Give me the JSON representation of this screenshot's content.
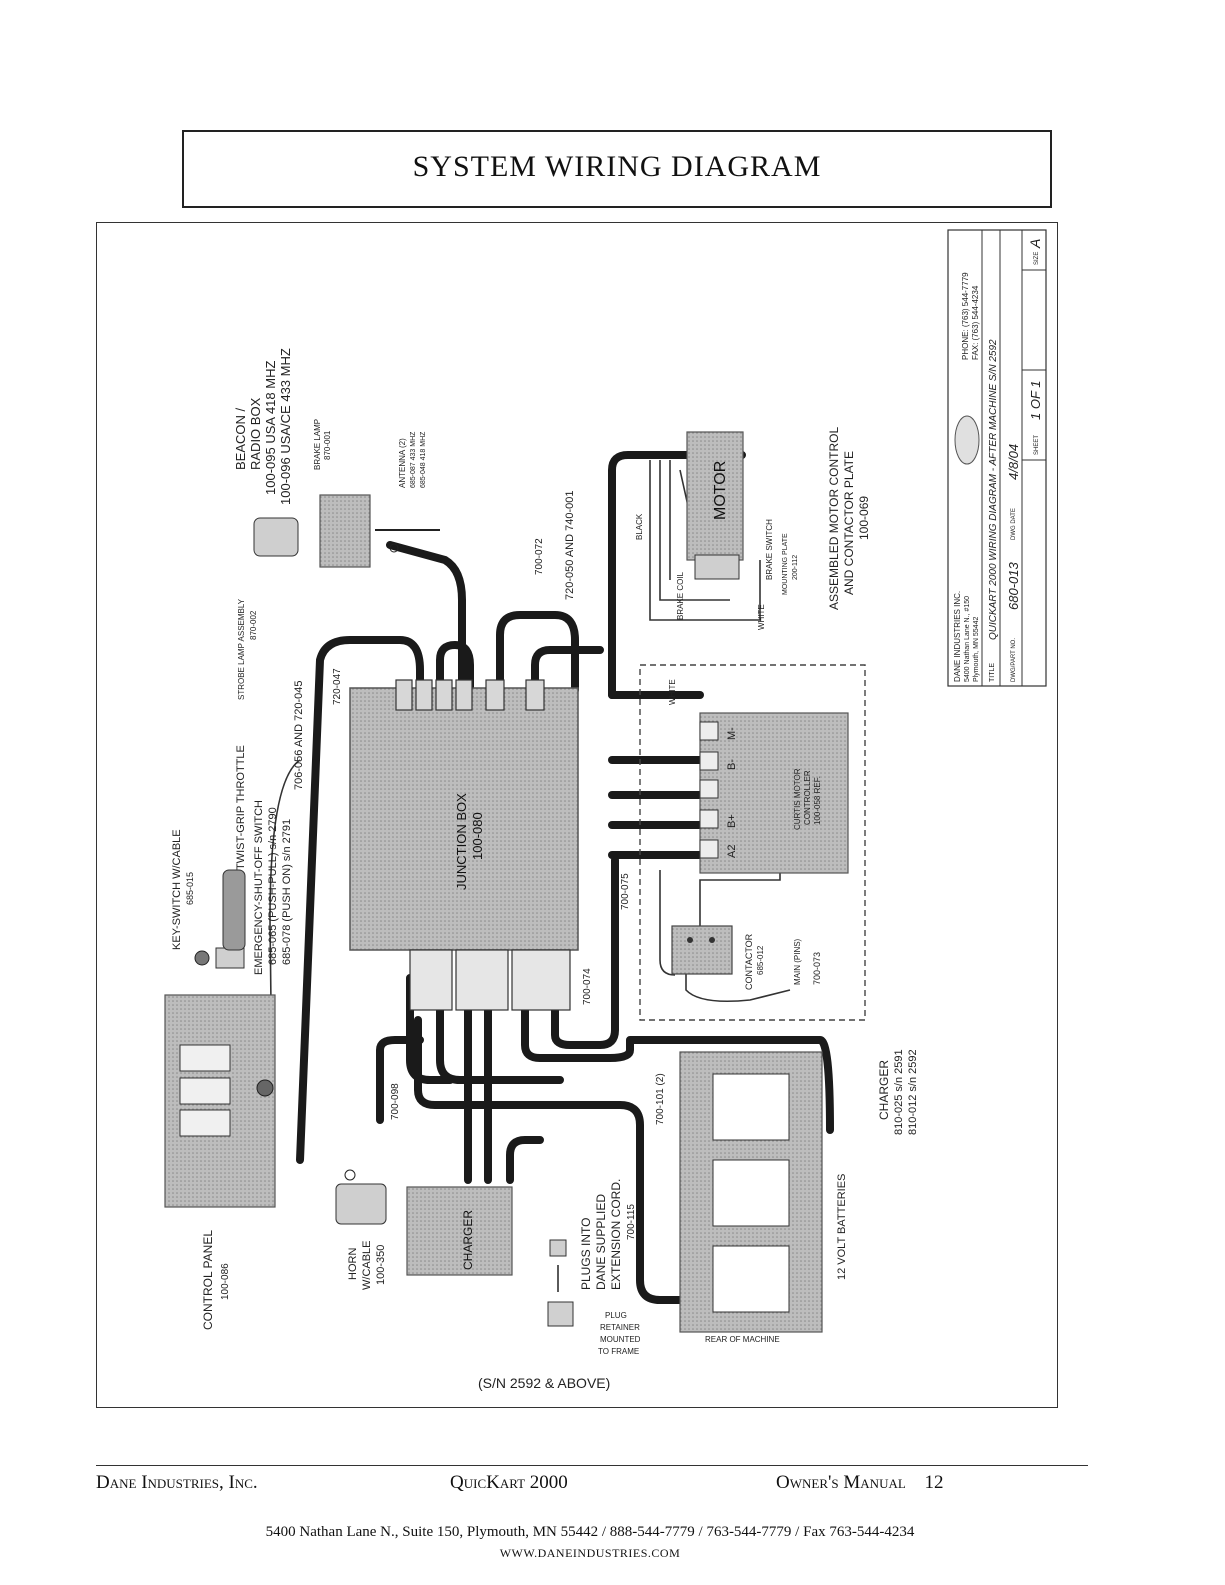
{
  "title": "SYSTEM WIRING DIAGRAM",
  "labels": {
    "control_panel": "CONTROL PANEL",
    "control_panel_pn": "100-086",
    "key_switch": "KEY-SWITCH W/CABLE",
    "key_switch_pn": "685-015",
    "twist_grip": "TWIST-GRIP THROTTLE",
    "emergency_1": "EMERGENCY-SHUT-OFF SWITCH",
    "emergency_2": "685-065 (PUSH-PULL) s/n 2790",
    "emergency_3": "685-078 (PUSH ON) s/n 2791",
    "wire_706": "706-056 AND 720-045",
    "wire_720_047": "720-047",
    "strobe": "STROBE LAMP ASSEMBLY",
    "strobe_pn": "870-002",
    "beacon_1": "BEACON /",
    "beacon_2": "RADIO BOX",
    "beacon_3": "100-095 USA 418 MHZ",
    "beacon_4": "100-096 USA/CE 433 MHZ",
    "brake_lamp": "BRAKE LAMP",
    "brake_lamp_pn": "870-001",
    "antenna": "ANTENNA (2)",
    "antenna_2": "685-087 433 MHZ",
    "antenna_3": "685-048 418 MHZ",
    "wire_700_072": "700-072",
    "wire_720": "720-050 AND 740-001",
    "junction_box": "JUNCTION BOX",
    "junction_box_pn": "100-080",
    "black": "BLACK",
    "motor": "MOTOR",
    "brake_coil": "BRAKE COIL",
    "brake_switch": "BRAKE SWITCH",
    "mounting_plate": "MOUNTING PLATE",
    "mounting_plate_pn": "200-112",
    "white": "WHITE",
    "assembled_1": "ASSEMBLED MOTOR CONTROL",
    "assembled_2": "AND CONTACTOR PLATE",
    "assembled_pn": "100-069",
    "curtis_1": "CURTIS MOTOR",
    "curtis_2": "CONTROLLER",
    "curtis_3": "100-058 REF.",
    "term_m": "M-",
    "term_b_minus": "B-",
    "term_b_plus": "B+",
    "term_a2": "A2",
    "wire_700_075": "700-075",
    "contactor": "CONTACTOR",
    "contactor_pn": "685-012",
    "main_pins": "MAIN (PINS)",
    "wire_700_073": "700-073",
    "wire_700_074": "700-074",
    "wire_700_098": "700-098",
    "wire_700_101": "700-101 (2)",
    "charger_box": "CHARGER",
    "charger_1": "CHARGER",
    "charger_2": "810-025 s/n 2591",
    "charger_3": "810-012 s/n 2592",
    "batteries": "12 VOLT BATTERIES",
    "rear": "REAR OF MACHINE",
    "horn_1": "HORN",
    "horn_2": "W/CABLE",
    "horn_pn": "100-350",
    "plugs_1": "PLUGS INTO",
    "plugs_2": "DANE SUPPLIED",
    "plugs_3": "EXTENSION CORD.",
    "plugs_pn": "700-115",
    "plug_ret_1": "PLUG",
    "plug_ret_2": "RETAINER",
    "plug_ret_3": "MOUNTED",
    "plug_ret_4": "TO FRAME",
    "serial": "(S/N 2592 & ABOVE)",
    "tb_company": "DANE INDUSTRIES INC.",
    "tb_addr1": "5400 Nathan Lane N., #150",
    "tb_addr2": "Plymouth, MN 55442",
    "tb_phone": "PHONE: (763) 544-7779",
    "tb_fax": "FAX: (763) 544-4234",
    "tb_title_lbl": "TITLE",
    "tb_title": "QUICKART 2000 WIRING DIAGRAM - AFTER MACHINE S/N 2592",
    "tb_dwg_lbl": "DWG/PART NO.",
    "tb_dwg": "680-013",
    "tb_date_lbl": "DWG DATE",
    "tb_date": "4/8/04",
    "tb_sheet_lbl": "SHEET",
    "tb_sheet": "1 OF 1",
    "tb_size_lbl": "SIZE",
    "tb_size": "A"
  },
  "footer": {
    "company": "Dane Industries, Inc.",
    "product": "QuicKart 2000",
    "manual": "Owner's Manual",
    "page": "12",
    "address": "5400 Nathan Lane N., Suite 150, Plymouth, MN 55442 / 888-544-7779 / 763-544-7779 / Fax 763-544-4234",
    "website": "WWW.DANEINDUSTRIES.COM"
  },
  "colors": {
    "cable": "#1a1a1a",
    "component": "#b9b9b9",
    "ink": "#222222"
  }
}
